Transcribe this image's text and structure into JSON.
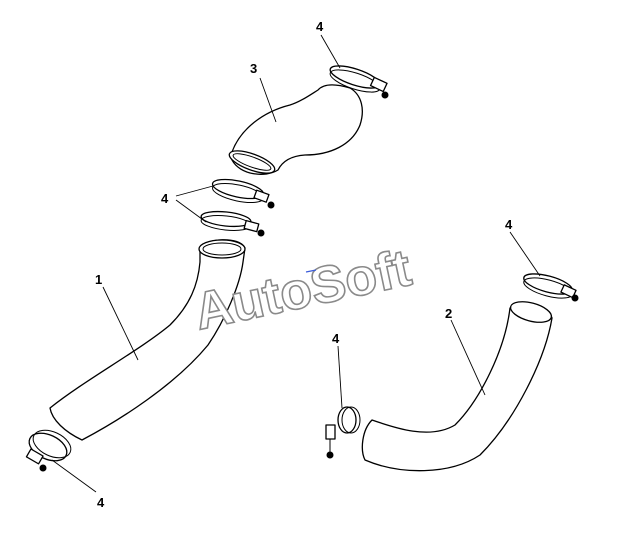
{
  "watermark": {
    "text": "AutoSoft",
    "marker_color": "#3a5bd9"
  },
  "callouts": {
    "part_1": "1",
    "part_2": "2",
    "part_3": "3",
    "clamp_top": "4",
    "clamp_middle": "4",
    "clamp_right_upper": "4",
    "clamp_right_lower": "4",
    "clamp_bottom_left": "4"
  }
}
